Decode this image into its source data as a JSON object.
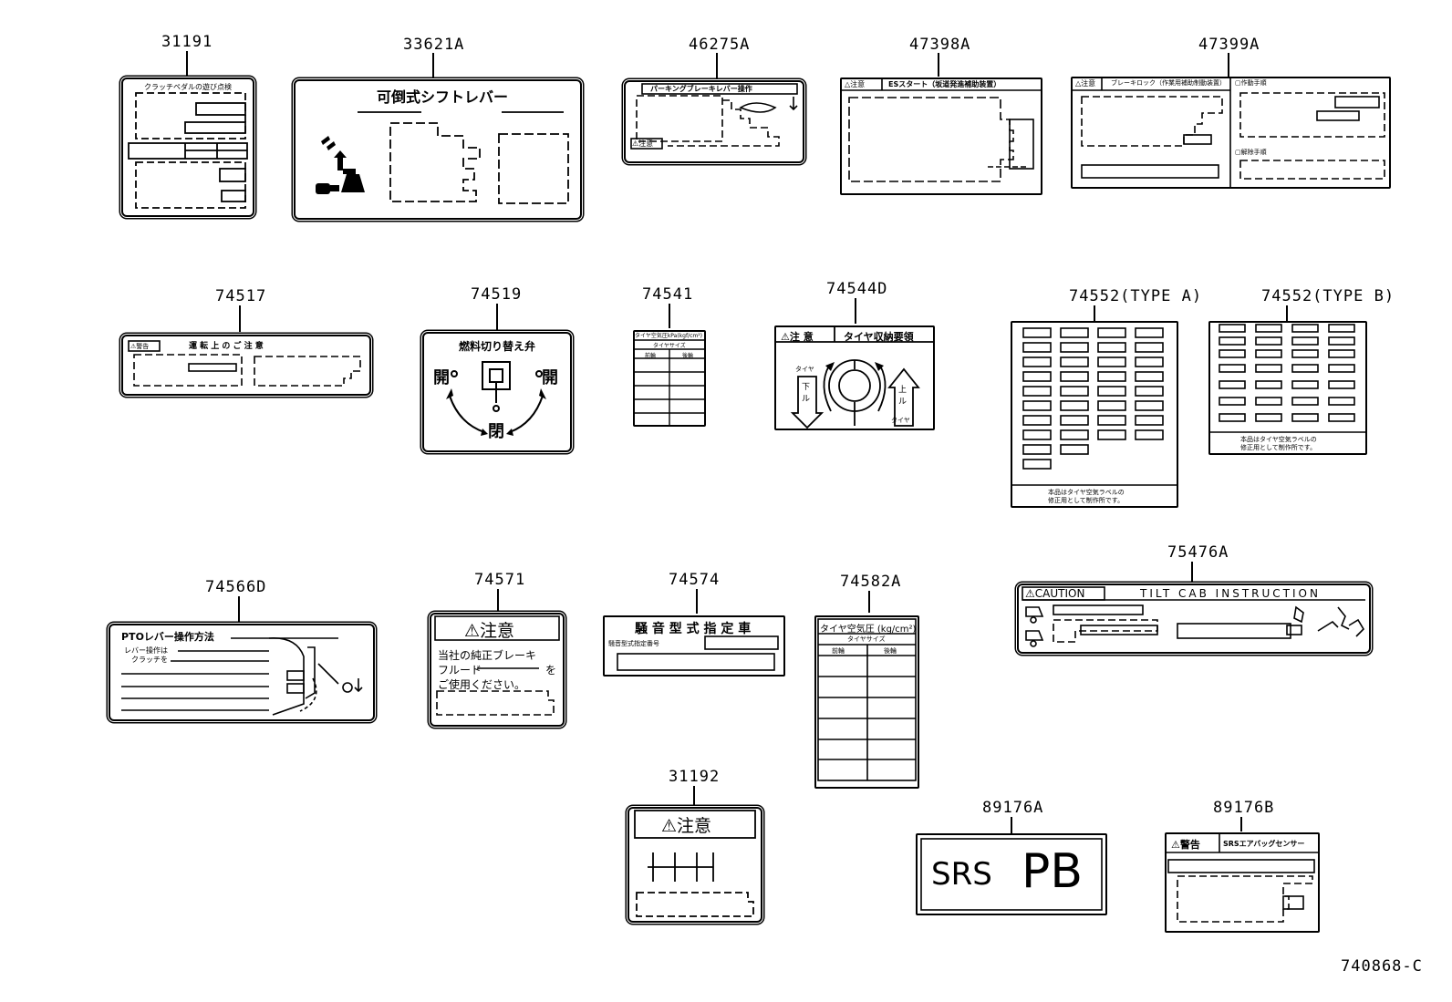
{
  "labels": {
    "p31191": "31191",
    "p33621A": "33621A",
    "p46275A": "46275A",
    "p47398A": "47398A",
    "p47399A": "47399A",
    "p74517": "74517",
    "p74519": "74519",
    "p74541": "74541",
    "p74544D": "74544D",
    "p74552A": "74552(TYPE A)",
    "p74552B": "74552(TYPE B)",
    "p74566D": "74566D",
    "p74571": "74571",
    "p74574": "74574",
    "p74582A": "74582A",
    "p75476A": "75476A",
    "p31192": "31192",
    "p89176A": "89176A",
    "p89176B": "89176B"
  },
  "texts": {
    "t31191": "クラッチペダルの遊び点検",
    "t33621A": "可倒式シフトレバー",
    "t46275A_top": "パーキングブレーキレバー操作",
    "t46275A_warn": "⚠注意",
    "t47398A_warn": "△注意",
    "t47398A_title": "ESスタート（坂道発進補助装置）",
    "t47399A_warn": "△注意",
    "t47399A_title": "ブレーキロック（作業用補助制動装置）",
    "t47399A_r1": "▢作動手順",
    "t47399A_r2": "▢解除手順",
    "t74517_warn": "⚠警告",
    "t74517_title": "運 転 上 の ご 注 意",
    "t74519_title": "燃料切り替え弁",
    "t74519_left": "開",
    "t74519_right": "開",
    "t74519_bottom": "閉",
    "t74541_h1": "タイヤ空気圧kPa(kgf/cm²)",
    "t74541_h2": "タイヤサイズ",
    "t74541_c1": "前輪",
    "t74541_c2": "後輪",
    "t74544D_warn": "⚠注 意",
    "t74544D_title": "タイヤ収納要領",
    "t74544D_left": "タイヤ",
    "t74544D_down": "下",
    "t74544D_up": "上",
    "t74544D_ru": "ル",
    "t74544D_lu": "ル",
    "t74544D_right": "タイヤ",
    "t74552A_foot1": "本品はタイヤ空気ラベルの",
    "t74552A_foot2": "修正用として制作所です。",
    "t74552B_foot1": "本品はタイヤ空気ラベルの",
    "t74552B_foot2": "修正用として制作所です。",
    "t74566D_title": "PTOレバー操作方法",
    "t74566D_l1": "レバー操作は",
    "t74566D_l2": "クラッチを",
    "t74571_title": "⚠注意",
    "t74571_l1": "当社の純正ブレーキ",
    "t74571_l2": "フルード",
    "t74571_l2b": "を",
    "t74571_l3": "ご使用ください。",
    "t74574_title": "騒 音 型 式 指 定 車",
    "t74574_sub": "騒音型式指定番号",
    "t74582A_h1": "タイヤ空気圧 (kg/cm²)",
    "t74582A_h2": "タイヤサイズ",
    "t74582A_c1": "前輪",
    "t74582A_c2": "後輪",
    "t75476A_warn": "⚠CAUTION",
    "t75476A_title": "TILT CAB INSTRUCTION",
    "t31192_title": "⚠注意",
    "t89176A_srs": "SRS",
    "t89176A_pb": "PB",
    "t89176B_warn": "⚠警告",
    "t89176B_title": "SRSエアバッグセンサー",
    "diagram_code": "740868-C"
  }
}
